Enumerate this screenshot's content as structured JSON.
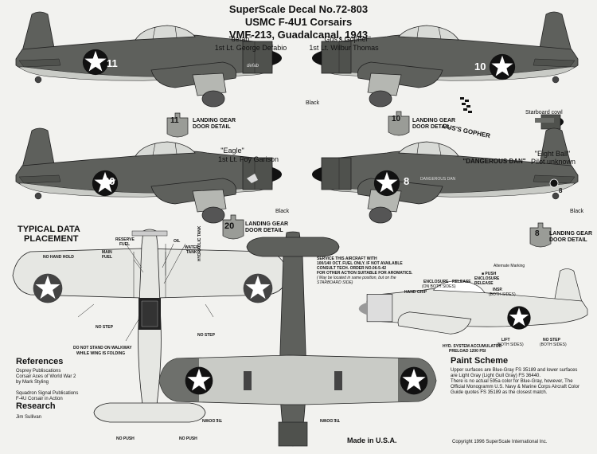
{
  "header": {
    "line1": "SuperScale Decal No.72-803",
    "line2": "USMC F-4U1 Corsairs",
    "line3": "VMF-213, Guadalcanal, 1943"
  },
  "aircraft": [
    {
      "name": "\"defab\"",
      "pilot": "1st Lt. George Defabio",
      "number": "11",
      "nose_text": "defab"
    },
    {
      "name": "\"Gus's Gopher\"",
      "pilot": "1st Lt. Wilbur Thomas",
      "number": "10",
      "nose_text": ""
    },
    {
      "name": "\"Eagle\"",
      "pilot": "1st Lt. Foy Garison",
      "number": "20",
      "nose_text": ""
    },
    {
      "name": "\"DANGEROUS DAN\"",
      "pilot": "Pilot unknown",
      "alt_name": "\"Eight Ball\"",
      "number": "8",
      "nose_text": "DANGEROUS DAN"
    }
  ],
  "door_detail": {
    "label_line1": "LANDING GEAR",
    "label_line2": "DOOR DETAIL",
    "numbers": [
      "11",
      "10",
      "20",
      "8"
    ]
  },
  "callouts": {
    "black": "Black",
    "starboard_cowl": "Starboard cowl",
    "gus_gopher_decal": "GUS'S GOPHER"
  },
  "typical_data": {
    "title_line1": "TYPICAL DATA",
    "title_line2": "PLACEMENT",
    "labels": {
      "no_hand_hold": "NO HAND HOLD",
      "reserve_fuel_1": "RESERVE",
      "reserve_fuel_2": "FUEL",
      "main_fuel_1": "MAIN",
      "main_fuel_2": "FUEL",
      "oil": "OIL",
      "water_tank_1": "WATER",
      "water_tank_2": "TANK",
      "hydraulic_tank": "HYDRAULIC TANK",
      "no_step": "NO STEP",
      "walkway_1": "DO NOT STAND ON WALKWAY",
      "walkway_2": "WHILE WING IS FOLDING",
      "no_push": "NO PUSH",
      "tie_down": "TIE DOWN"
    }
  },
  "service_note": [
    "SERVICE THIS AIRCRAFT WITH",
    "100/140 OCT. FUEL ONLY. IF NOT AVAILABLE",
    "CONSULT TECH. ORDER NO.06-5-42",
    "FOR OTHER ACTION SUITABLE FOR AROMATICS.",
    "( May be located in same position, but on the",
    "STARBOARD SIDE)"
  ],
  "side_labels": {
    "alternate_marking": "Alternate Marking",
    "push_1": "■ PUSH",
    "push_2": "ENCLOSURE",
    "push_3": "RELEASE",
    "hand_grip": "HAND GRIP",
    "enclosure": "ENCLOSURE",
    "on_both_sides": "(ON BOTH SIDES)",
    "release": "RELEASE",
    "insp_1": "INSP.",
    "insp_2": "(BOTH SIDES)",
    "hyd_1": "HYD. SYSTEM ACCUMULATOR",
    "hyd_2": "PRELOAD 1200 PSI",
    "lift": "LIFT",
    "lift_both": "(BOTH SIDES)",
    "no_step": "NO STEP",
    "no_step_both": "(BOTH SIDES)"
  },
  "references": {
    "heading": "References",
    "lines": [
      "Osprey Publiscations",
      "Corsair Aces of World War 2",
      "by Mark Styling",
      "",
      "Squadron Signal Publications",
      "F-4U Corsair in Action"
    ]
  },
  "research": {
    "heading": "Research",
    "name": "Jim Sullivan"
  },
  "paint_scheme": {
    "heading": "Paint Scheme",
    "lines": [
      "Upper surfaces are Blue-Gray FS 35189 and lower surfaces",
      "are Light Gray (Light Gull Gray) FS 36440.",
      "There is no actual 595a color for Blue-Gray, however, The",
      "Official Monogramm U.S. Navy & Marine Corps Aircraft Color",
      "Guide quotes FS 35189 as the closest match."
    ]
  },
  "footer": {
    "made_in": "Made in U.S.A.",
    "copyright": "Copyright 1996 SuperScale International Inc."
  },
  "colors": {
    "upper": "#5e605c",
    "lower": "#c9cbc6",
    "black": "#111111",
    "white": "#ffffff",
    "paper": "#f2f2ef"
  }
}
